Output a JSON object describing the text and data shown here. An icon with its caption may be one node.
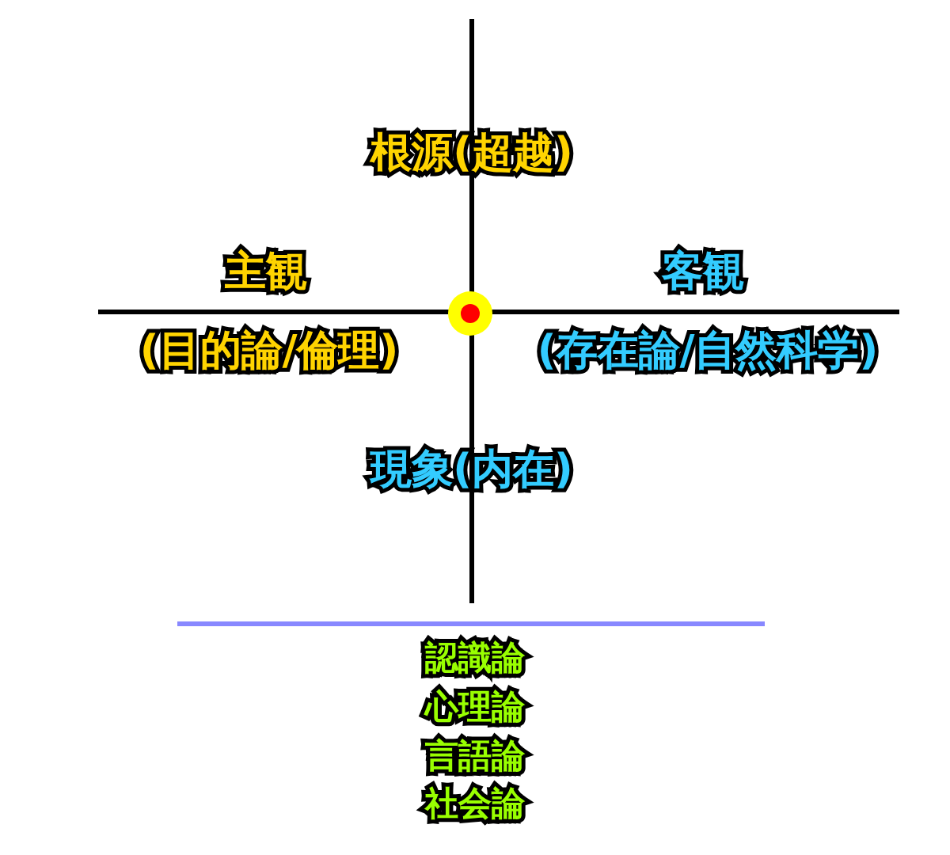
{
  "diagram": {
    "labels": [
      "根源(超越)",
      "主観",
      "客観",
      "(目的論/倫理)",
      "(存在論/自然科学)",
      "現象(内在)",
      "認識論",
      "心理論",
      "言語論",
      "社会論"
    ]
  }
}
